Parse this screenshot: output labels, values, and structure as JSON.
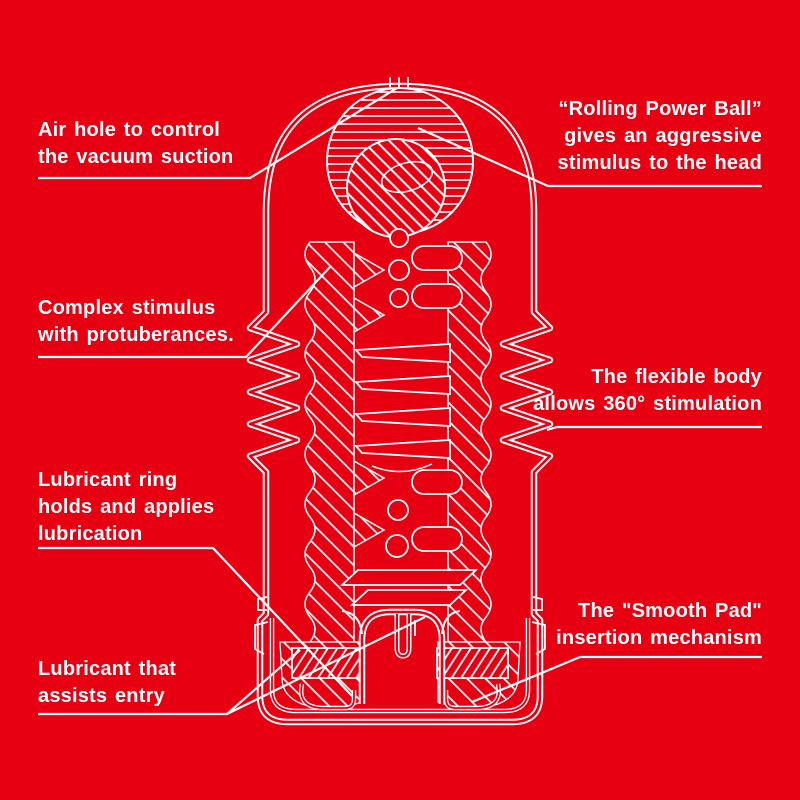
{
  "colors": {
    "background": "#e60012",
    "line": "#ffffff"
  },
  "labels": {
    "air_hole": {
      "lines": [
        "Air hole to control",
        "the vacuum suction"
      ]
    },
    "rolling_power_ball": {
      "lines": [
        "“Rolling Power Ball”",
        "gives an aggressive",
        "stimulus to the head"
      ]
    },
    "complex_stimulus": {
      "lines": [
        "Complex stimulus",
        "with protuberances."
      ]
    },
    "flexible_body": {
      "lines": [
        "The flexible body",
        "allows 360° stimulation"
      ]
    },
    "lubricant_ring": {
      "lines": [
        "Lubricant ring",
        "holds and applies",
        "lubrication"
      ]
    },
    "smooth_pad": {
      "lines": [
        "The \"Smooth Pad\"",
        "insertion mechanism"
      ]
    },
    "lubricant_entry": {
      "lines": [
        "Lubricant that",
        "assists entry"
      ]
    }
  }
}
